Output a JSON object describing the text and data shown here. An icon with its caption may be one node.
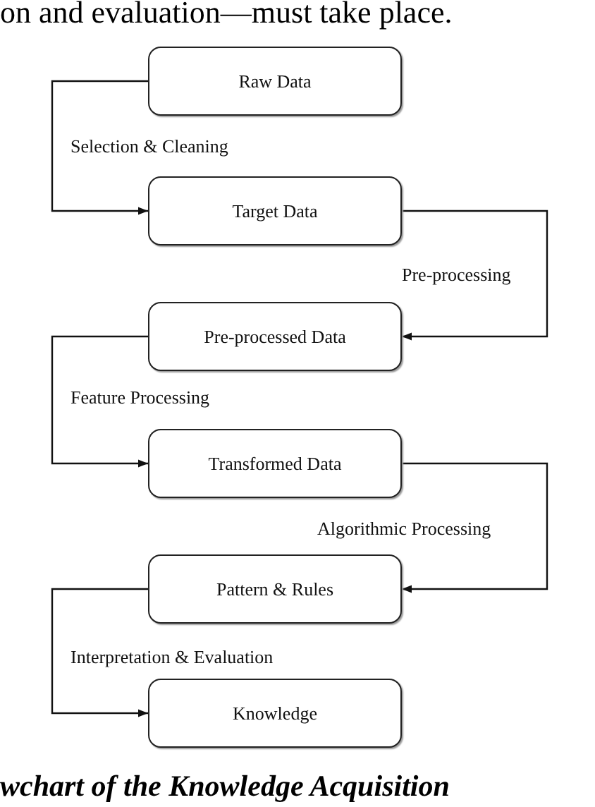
{
  "diagram": {
    "caption": "wchart of the Knowledge Acquisition",
    "nodes": [
      {
        "text": [
          "Raw Data"
        ]
      },
      {
        "text": [
          "Target Data"
        ]
      },
      {
        "text": [
          "Pre-processed Data"
        ]
      },
      {
        "text": [
          "Transformed Data"
        ]
      },
      {
        "text": [
          "Pattern & Rules"
        ]
      },
      {
        "text": [
          "Knowledge"
        ]
      }
    ],
    "edges": [
      {
        "from": 0,
        "to": 1,
        "arrow": "to",
        "label": "Selection & Cleaning"
      },
      {
        "from": 1,
        "to": 2,
        "arrow": "to",
        "label": "Pre-processing"
      },
      {
        "from": 2,
        "to": 3,
        "arrow": "to",
        "label": "Feature Processing"
      },
      {
        "from": 3,
        "to": 4,
        "arrow": "to",
        "label": "Algorithmic Processing"
      },
      {
        "from": 4,
        "to": 5,
        "arrow": "to",
        "label": "Interpretation & Evaluation"
      }
    ],
    "labels": [
      "on and evaluation—must take place."
    ]
  }
}
